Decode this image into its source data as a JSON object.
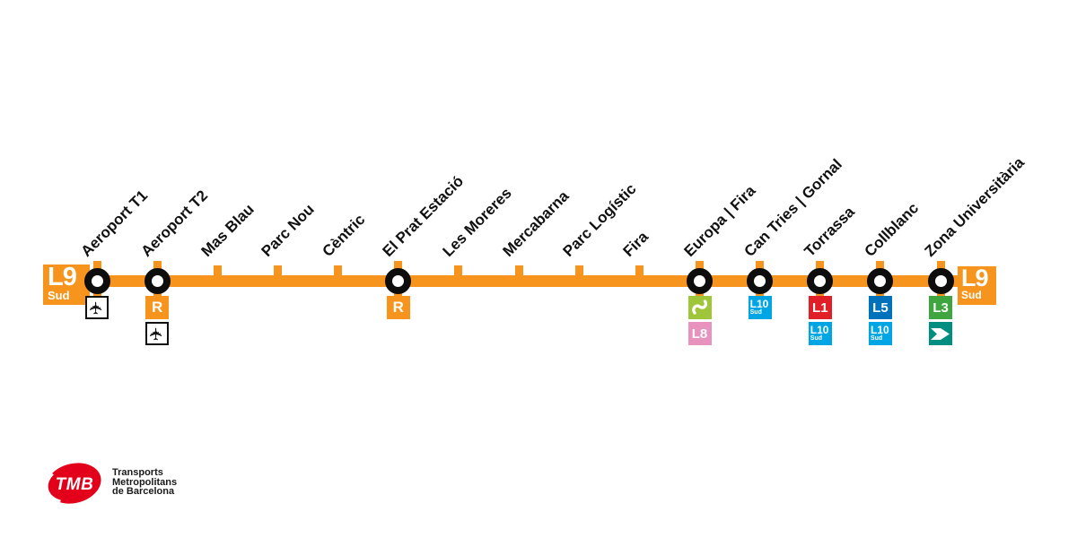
{
  "map": {
    "left_badge": {
      "line": "L9",
      "variant": "Sud"
    },
    "right_badge": {
      "line": "L9",
      "variant": "Sud"
    },
    "colors": {
      "line": "#F7941D",
      "rodalies": "#F7941D",
      "fgc": "#9FC63B",
      "tram": "#008E80",
      "l1": "#E01F26",
      "l3": "#3FA53F",
      "l5": "#0072BC",
      "l8": "#E893BE",
      "l10": "#00A5E3"
    },
    "stations": [
      {
        "name": "Aeroport T1",
        "kind": "interchange",
        "connections": [
          {
            "type": "airport",
            "glyph": "✈"
          }
        ]
      },
      {
        "name": "Aeroport T2",
        "kind": "interchange",
        "connections": [
          {
            "type": "rodalies",
            "label": "R"
          },
          {
            "type": "airport",
            "glyph": "✈"
          }
        ]
      },
      {
        "name": "Mas Blau",
        "kind": "stop",
        "connections": []
      },
      {
        "name": "Parc Nou",
        "kind": "stop",
        "connections": []
      },
      {
        "name": "Cèntric",
        "kind": "stop",
        "connections": []
      },
      {
        "name": "El Prat Estació",
        "kind": "interchange",
        "connections": [
          {
            "type": "rodalies",
            "label": "R"
          }
        ]
      },
      {
        "name": "Les Moreres",
        "kind": "stop",
        "connections": []
      },
      {
        "name": "Mercabarna",
        "kind": "stop",
        "connections": []
      },
      {
        "name": "Parc Logístic",
        "kind": "stop",
        "connections": []
      },
      {
        "name": "Fira",
        "kind": "stop",
        "connections": []
      },
      {
        "name": "Europa | Fira",
        "kind": "interchange",
        "connections": [
          {
            "type": "fgc"
          },
          {
            "type": "line",
            "label": "L8",
            "color": "#E893BE"
          }
        ]
      },
      {
        "name": "Can Tries | Gornal",
        "kind": "interchange",
        "connections": [
          {
            "type": "line",
            "label": "L10",
            "sub": "Sud",
            "color": "#00A5E3"
          }
        ]
      },
      {
        "name": "Torrassa",
        "kind": "interchange",
        "connections": [
          {
            "type": "line",
            "label": "L1",
            "color": "#E01F26"
          },
          {
            "type": "line",
            "label": "L10",
            "sub": "Sud",
            "color": "#00A5E3"
          }
        ]
      },
      {
        "name": "Collblanc",
        "kind": "interchange",
        "connections": [
          {
            "type": "line",
            "label": "L5",
            "color": "#0072BC"
          },
          {
            "type": "line",
            "label": "L10",
            "sub": "Sud",
            "color": "#00A5E3"
          }
        ]
      },
      {
        "name": "Zona Universitària",
        "kind": "interchange",
        "connections": [
          {
            "type": "line",
            "label": "L3",
            "color": "#3FA53F"
          },
          {
            "type": "tram"
          }
        ]
      }
    ]
  },
  "footer": {
    "brand": "TMB",
    "brand_color": "#E2001A",
    "caption_lines": [
      "Transports",
      "Metropolitans",
      "de Barcelona"
    ]
  }
}
